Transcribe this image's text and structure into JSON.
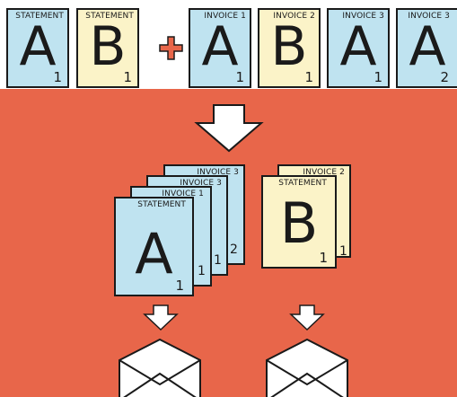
{
  "colors": {
    "background": "#e8664a",
    "top_band": "#ffffff",
    "statement_fill": "#bfe3f0",
    "b_fill": "#fbf3c8",
    "ink": "#1a1a1a"
  },
  "inputs": {
    "statement_a": {
      "header": "STATEMENT",
      "letter": "A",
      "number": "1"
    },
    "statement_b": {
      "header": "STATEMENT",
      "letter": "B",
      "number": "1"
    },
    "plus": "+",
    "invoice_1": {
      "header": "INVOICE 1",
      "letter": "A",
      "number": "1"
    },
    "invoice_2": {
      "header": "INVOICE 2",
      "letter": "B",
      "number": "1"
    },
    "invoice_3a": {
      "header": "INVOICE 3",
      "letter": "A",
      "number": "1"
    },
    "invoice_3b": {
      "header": "INVOICE 3",
      "letter": "A",
      "number": "2"
    }
  },
  "stack_a": {
    "back_header": "INVOICE 3",
    "mid_header": "INVOICE 3",
    "inner_header": "INVOICE 1",
    "front_header": "STATEMENT",
    "letter": "A",
    "front_number": "1",
    "tab_1": "1",
    "tab_2": "1",
    "tab_3": "2"
  },
  "stack_b": {
    "back_header": "INVOICE 2",
    "front_header": "STATEMENT",
    "letter": "B",
    "front_number": "1",
    "tab_1": "1"
  },
  "icons": {
    "merge_arrow": "down-arrow-icon",
    "left_arrow": "down-arrow-icon",
    "right_arrow": "down-arrow-icon",
    "left_envelope": "envelope-icon",
    "right_envelope": "envelope-icon"
  }
}
